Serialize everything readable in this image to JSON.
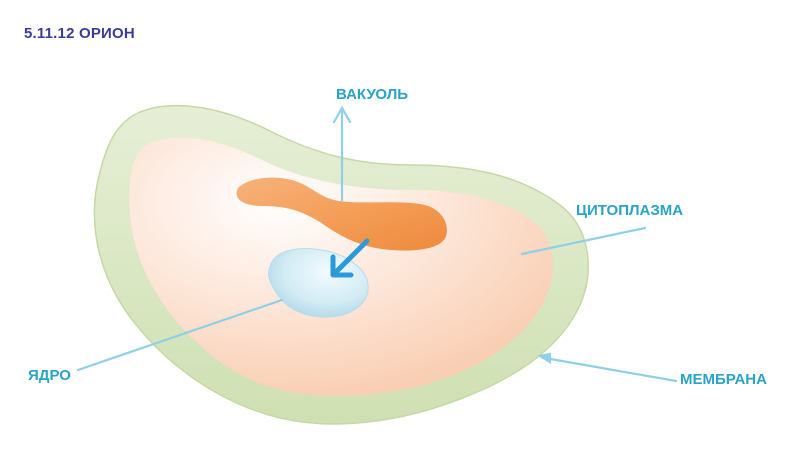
{
  "header": {
    "title": "5.11.12 ОРИОН"
  },
  "diagram": {
    "labels": {
      "vacuole": "ВАКУОЛЬ",
      "cytoplasm": "ЦИТОПЛАЗМА",
      "nucleus": "ЯДРО",
      "membrane": "МЕМБРАНА"
    },
    "colors": {
      "membrane_fill": "#dbe8c6",
      "cytoplasm_fill": "#fbd9c4",
      "vacuole_fill": "#f39a52",
      "nucleus_fill": "#cde6f0",
      "label_text": "#2aa3c8",
      "pointer_line": "#8fd0e6",
      "arrow": "#2b9ad8",
      "title_text": "#3b3b9a"
    }
  }
}
